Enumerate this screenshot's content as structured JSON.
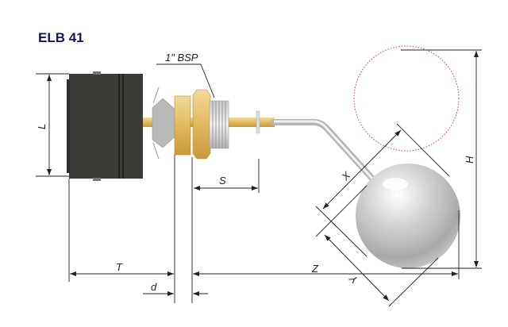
{
  "title": "ELB 41",
  "labels": {
    "thread": "1\" BSP",
    "L": "L",
    "S": "S",
    "T": "T",
    "d": "d",
    "Z": "Z",
    "X": "X",
    "Y": "Y",
    "H": "H"
  },
  "colors": {
    "title": "#14175a",
    "housing": "#3a3c38",
    "brass": "#e2bf6a",
    "float_outline": "#c0404a"
  }
}
